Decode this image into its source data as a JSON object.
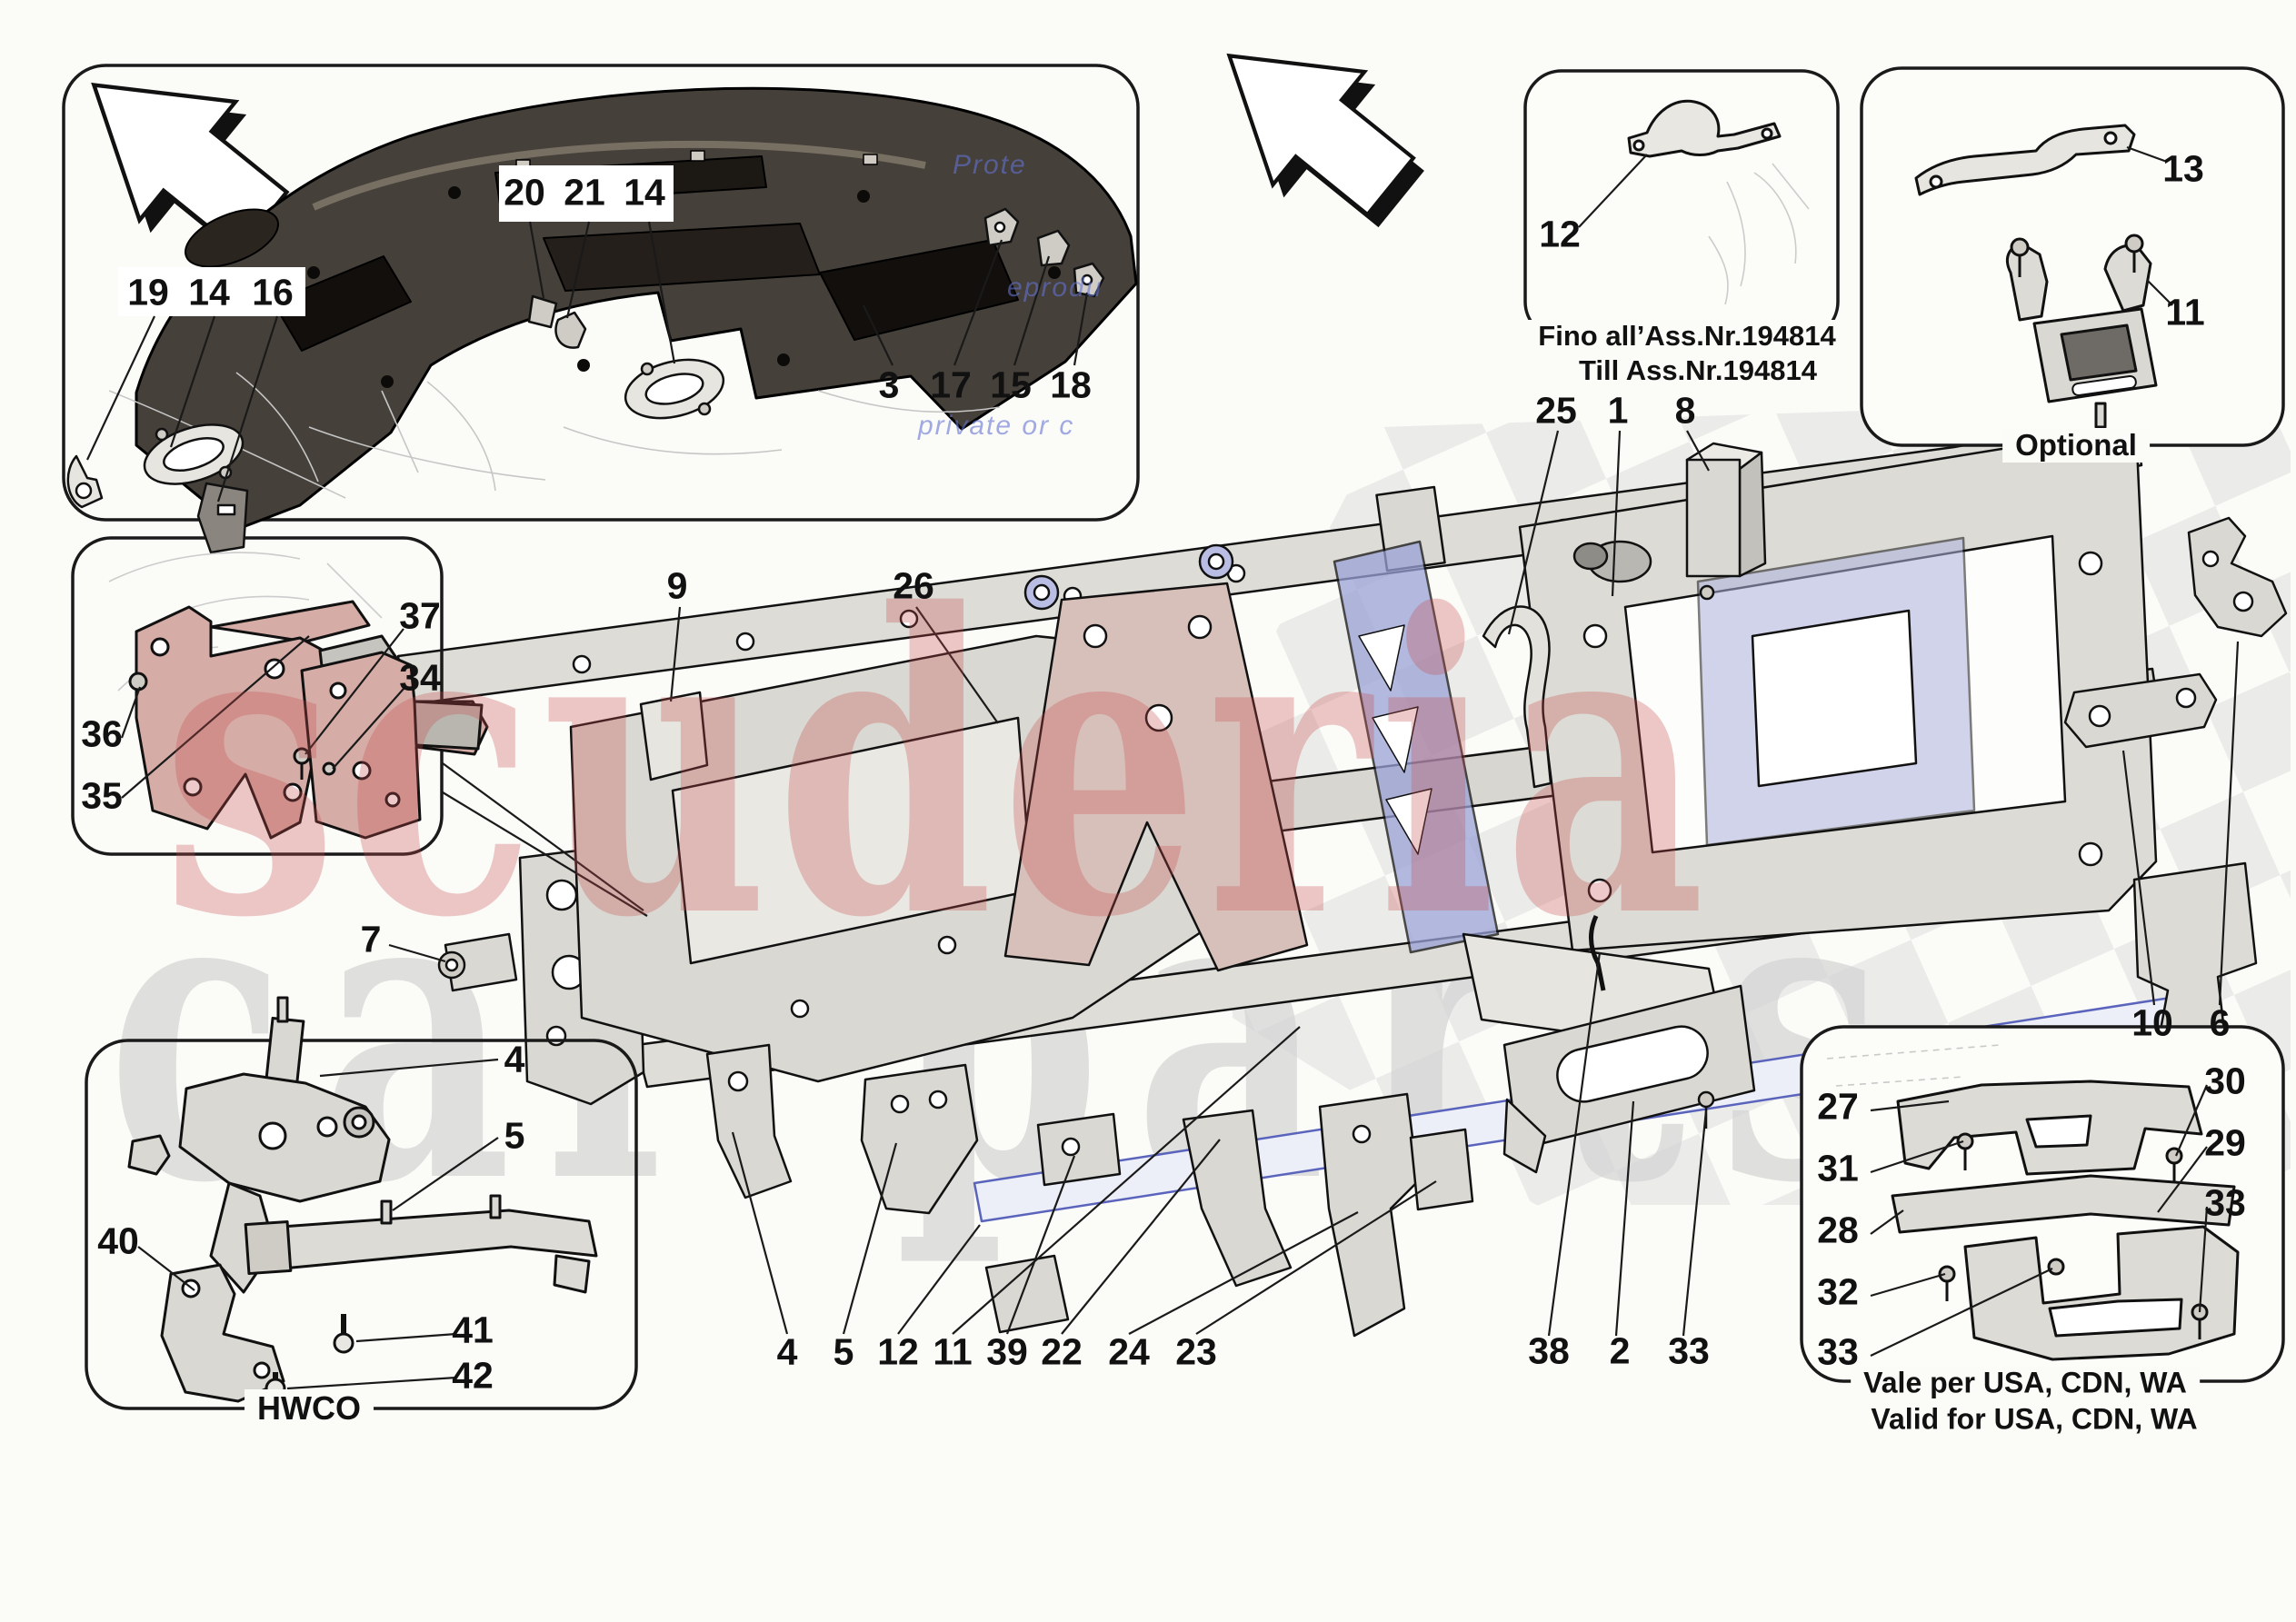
{
  "watermarks": {
    "brand_primary": "scuderia",
    "brand_secondary": "car parts",
    "protect_fragments": [
      "Prote",
      "eprodu",
      "private or c"
    ]
  },
  "captions": {
    "fino_line1": "Fino all’Ass.Nr.194814",
    "fino_line2": "Till Ass.Nr.194814",
    "optional": "Optional",
    "hwco": "HWCO",
    "usa_line1": "Vale per USA, CDN, WA",
    "usa_line2": "Valid for USA, CDN, WA"
  },
  "callouts": {
    "dash_top": [
      "20",
      "21",
      "14"
    ],
    "dash_left": [
      "19",
      "14",
      "16"
    ],
    "dash_bottom": [
      "3",
      "17",
      "15",
      "18"
    ],
    "fino": [
      "12"
    ],
    "optional": [
      "13",
      "11"
    ],
    "top_right": [
      "25",
      "1",
      "8"
    ],
    "right_side": [
      "10",
      "6"
    ],
    "mid_top": [
      "9",
      "26"
    ],
    "left_mid": [
      "7"
    ],
    "bracket_inset": [
      "37",
      "34",
      "36",
      "35"
    ],
    "hwco": [
      "4",
      "5",
      "40",
      "41",
      "42"
    ],
    "bottom_row": [
      "4",
      "5",
      "12",
      "11",
      "39",
      "22",
      "24",
      "23"
    ],
    "bottom_row2": [
      "38",
      "2",
      "33"
    ],
    "usa_left": [
      "27",
      "31",
      "28",
      "32",
      "33"
    ],
    "usa_right": [
      "30",
      "29",
      "33"
    ]
  },
  "colors": {
    "part_gray": "#d9d8d2",
    "part_pink": "#d6aca6",
    "part_purple": "#9aa2d6",
    "panel_dark": "#45403a",
    "brand_red": "#c84b4b",
    "brand_gray": "#c9c9c9",
    "checker": "#d4d4d4",
    "blue_outline": "#5a64bc",
    "line": "#111111"
  }
}
